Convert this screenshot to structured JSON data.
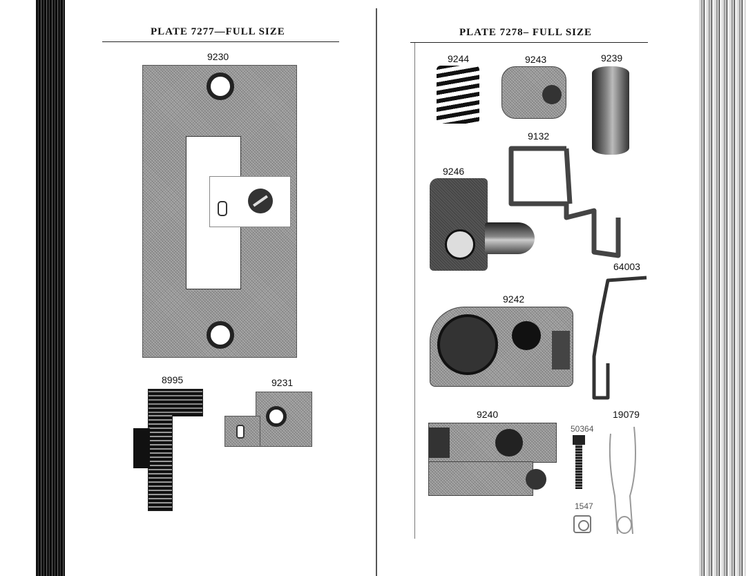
{
  "left_page": {
    "title": "PLATE 7277—FULL SIZE",
    "parts": {
      "p9230": "9230",
      "p8995": "8995",
      "p9231": "9231"
    }
  },
  "right_page": {
    "title": "PLATE 7278– FULL SIZE",
    "parts": {
      "p9244": "9244",
      "p9243": "9243",
      "p9239": "9239",
      "p9132": "9132",
      "p9246": "9246",
      "p64003": "64003",
      "p9242": "9242",
      "p9240": "9240",
      "p19079": "19079",
      "p50364": "50364",
      "p1547": "1547"
    }
  }
}
